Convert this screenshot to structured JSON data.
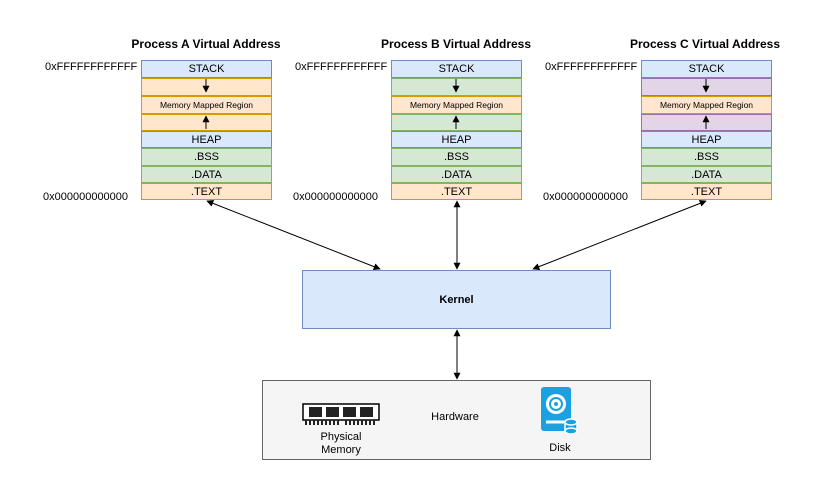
{
  "processes": [
    {
      "title": "Process A Virtual Address",
      "high_addr": "0xFFFFFFFFFFFF",
      "low_addr": "0x000000000000"
    },
    {
      "title": "Process B Virtual Address",
      "high_addr": "0xFFFFFFFFFFFF",
      "low_addr": "0x000000000000"
    },
    {
      "title": "Process C Virtual Address",
      "high_addr": "0xFFFFFFFFFFFF",
      "low_addr": "0x000000000000"
    }
  ],
  "segments": {
    "stack": "STACK",
    "mmap": "Memory Mapped Region",
    "heap": "HEAP",
    "bss": ".BSS",
    "data": ".DATA",
    "text": ".TEXT"
  },
  "kernel": {
    "label": "Kernel"
  },
  "hardware": {
    "label": "Hardware",
    "memory_label": "Physical\nMemory",
    "disk_label": "Disk"
  },
  "colors": {
    "blue_fill": "#dae8fc",
    "blue_border": "#6c8ebf",
    "orange_fill": "#ffe6cc",
    "orange_border": "#d79b00",
    "green_fill": "#d5e8d4",
    "green_border": "#82b366",
    "purple_fill": "#e1d5e7",
    "purple_border": "#9673a6",
    "hw_fill": "#f5f5f5",
    "disk_icon": "#1ba1e2"
  }
}
